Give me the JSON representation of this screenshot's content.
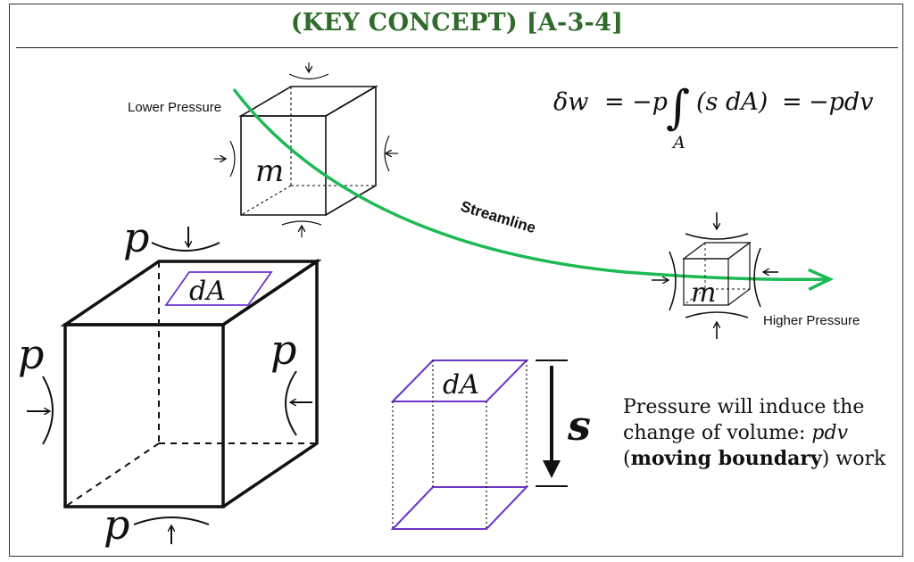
{
  "title": "(KEY CONCEPT) [A-3-4]",
  "labels": {
    "lower_pressure": "Lower Pressure",
    "higher_pressure": "Higher Pressure",
    "streamline": "Streamline",
    "mass_small_top": "m",
    "mass_small_right": "m",
    "pressure_top": "p",
    "pressure_left": "p",
    "pressure_right": "p",
    "pressure_bottom": "p",
    "area_big_cube": "dA",
    "area_prism": "dA",
    "displacement": "s"
  },
  "equation": {
    "lhs": "δw",
    "eq1": "=",
    "minus_p": "−p",
    "integral": "∫",
    "integrand": "(s dA)",
    "eq2": "=",
    "rhs": "−pdv",
    "lower_limit": "A"
  },
  "note": {
    "line1": "Pressure will induce the",
    "line2_a": "change of volume: ",
    "line2_b": "pdv",
    "line3_a": "(",
    "line3_b": "moving boundary",
    "line3_c": ") work"
  },
  "colors": {
    "title": "#2f6b2a",
    "streamline": "#1db954",
    "area": "#6a35c9",
    "ink": "#111111"
  }
}
